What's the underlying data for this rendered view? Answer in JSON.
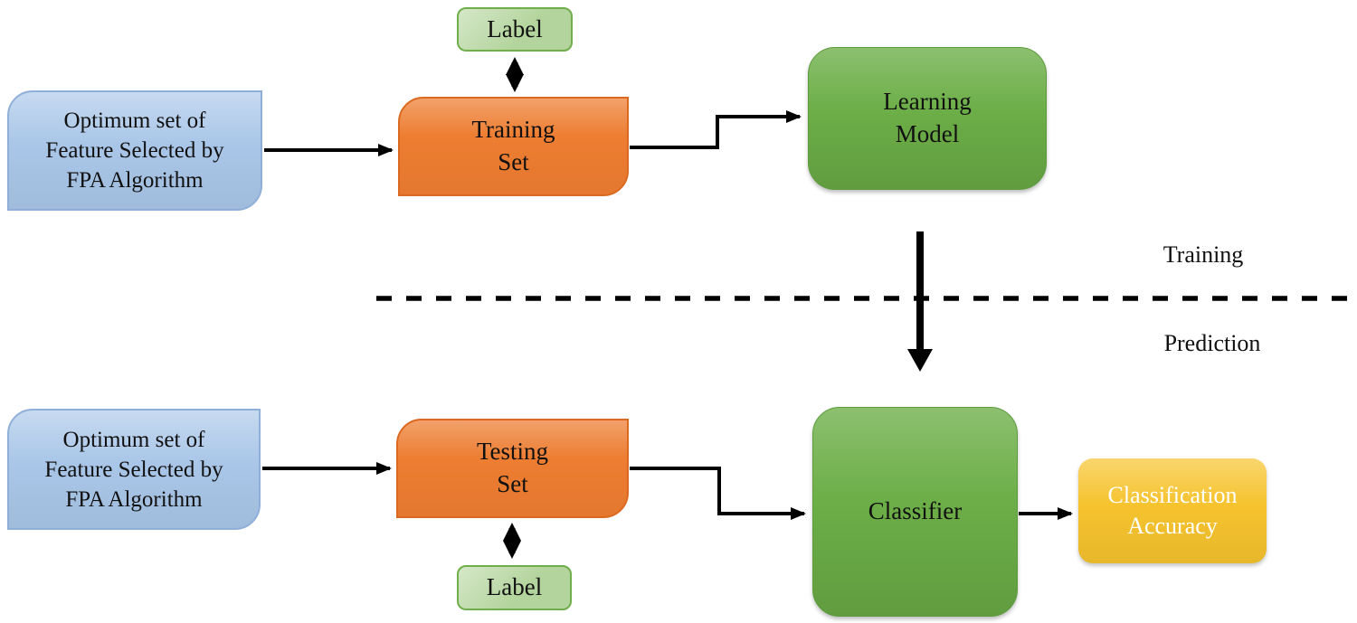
{
  "colors": {
    "blue_fill": "#a9c6e8",
    "blue_border": "#8fafd9",
    "orange_fill": "#ed7d31",
    "orange_border": "#db6a20",
    "green_fill": "#6cae47",
    "green_border": "#5d9c3c",
    "light_green_fill": "#b3d49c",
    "light_green_border": "#6fae4a",
    "yellow_fill": "#f6c32e",
    "yellow_text_color": "#ffffff",
    "arrow_color": "#000000",
    "text_color": "#111111"
  },
  "nodes": {
    "optimum_top": {
      "lines": [
        "Optimum set of",
        "Feature Selected by",
        "FPA Algorithm"
      ]
    },
    "label_top": {
      "label": "Label"
    },
    "training_set": {
      "lines": [
        "Training",
        "Set"
      ]
    },
    "learning_model": {
      "lines": [
        "Learning",
        "Model"
      ]
    },
    "optimum_bottom": {
      "lines": [
        "Optimum set of",
        "Feature Selected by",
        "FPA Algorithm"
      ]
    },
    "testing_set": {
      "lines": [
        "Testing",
        "Set"
      ]
    },
    "label_bottom": {
      "label": "Label"
    },
    "classifier": {
      "label": "Classifier"
    },
    "classification_accuracy": {
      "lines": [
        "Classification",
        "Accuracy"
      ]
    }
  },
  "section_labels": {
    "training": "Training",
    "prediction": "Prediction"
  }
}
